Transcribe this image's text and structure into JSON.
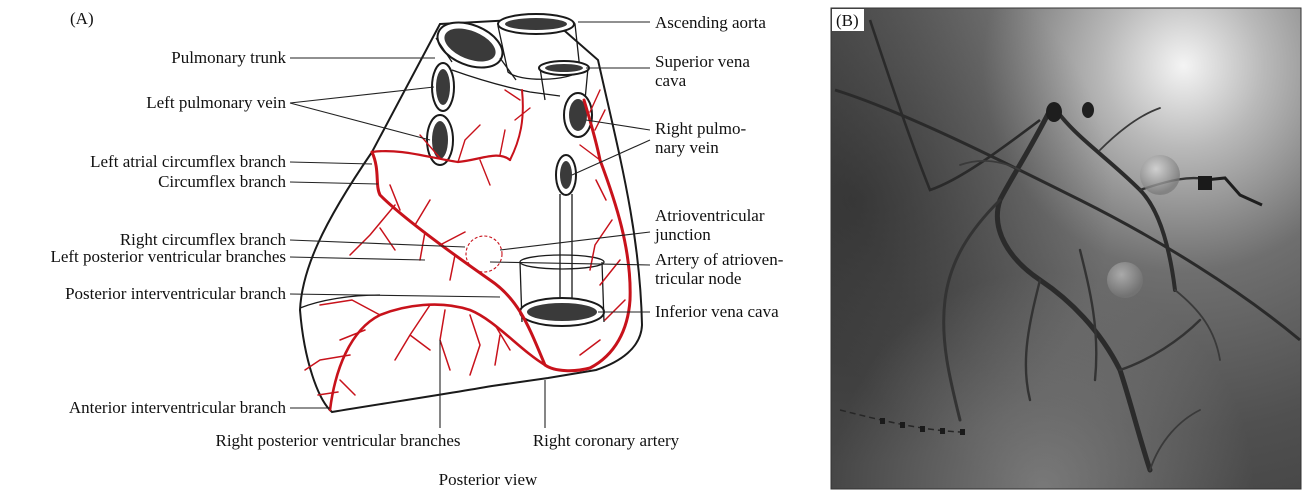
{
  "panel_a": {
    "label": "(A)",
    "caption": "Posterior view",
    "labels": {
      "ascending_aorta": [
        "Ascending aorta"
      ],
      "pulmonary_trunk": [
        "Pulmonary trunk"
      ],
      "superior_vena_cava": [
        "Superior vena",
        "cava"
      ],
      "left_pulmonary_vein": [
        "Left pulmonary vein"
      ],
      "right_pulmonary_vein": [
        "Right pulmo-",
        "nary vein"
      ],
      "left_atrial_circumflex_branch": [
        "Left atrial circumflex branch"
      ],
      "circumflex_branch": [
        "Circumflex branch"
      ],
      "atrioventricular_junction": [
        "Atrioventricular",
        "junction"
      ],
      "right_circumflex_branch": [
        "Right circumflex branch"
      ],
      "left_posterior_ventricular_branches": [
        "Left posterior ventricular branches"
      ],
      "artery_of_av_node": [
        "Artery of atrioven-",
        "tricular node"
      ],
      "posterior_interventricular_branch": [
        "Posterior interventricular branch"
      ],
      "inferior_vena_cava": [
        "Inferior vena cava"
      ],
      "anterior_interventricular_branch": [
        "Anterior interventricular branch"
      ],
      "right_posterior_ventricular_branches": [
        "Right posterior ventricular branches"
      ],
      "right_coronary_artery": [
        "Right coronary artery"
      ]
    },
    "colors": {
      "artery": "#c8121b",
      "outline": "#1a1a1a",
      "vessel_fill": "#3a3a3a"
    }
  },
  "panel_b": {
    "label": "(B)",
    "image_kind": "coronary-angiogram",
    "colors": {
      "background": "#6e6e6e",
      "vessel": "#2b2b2b"
    }
  }
}
